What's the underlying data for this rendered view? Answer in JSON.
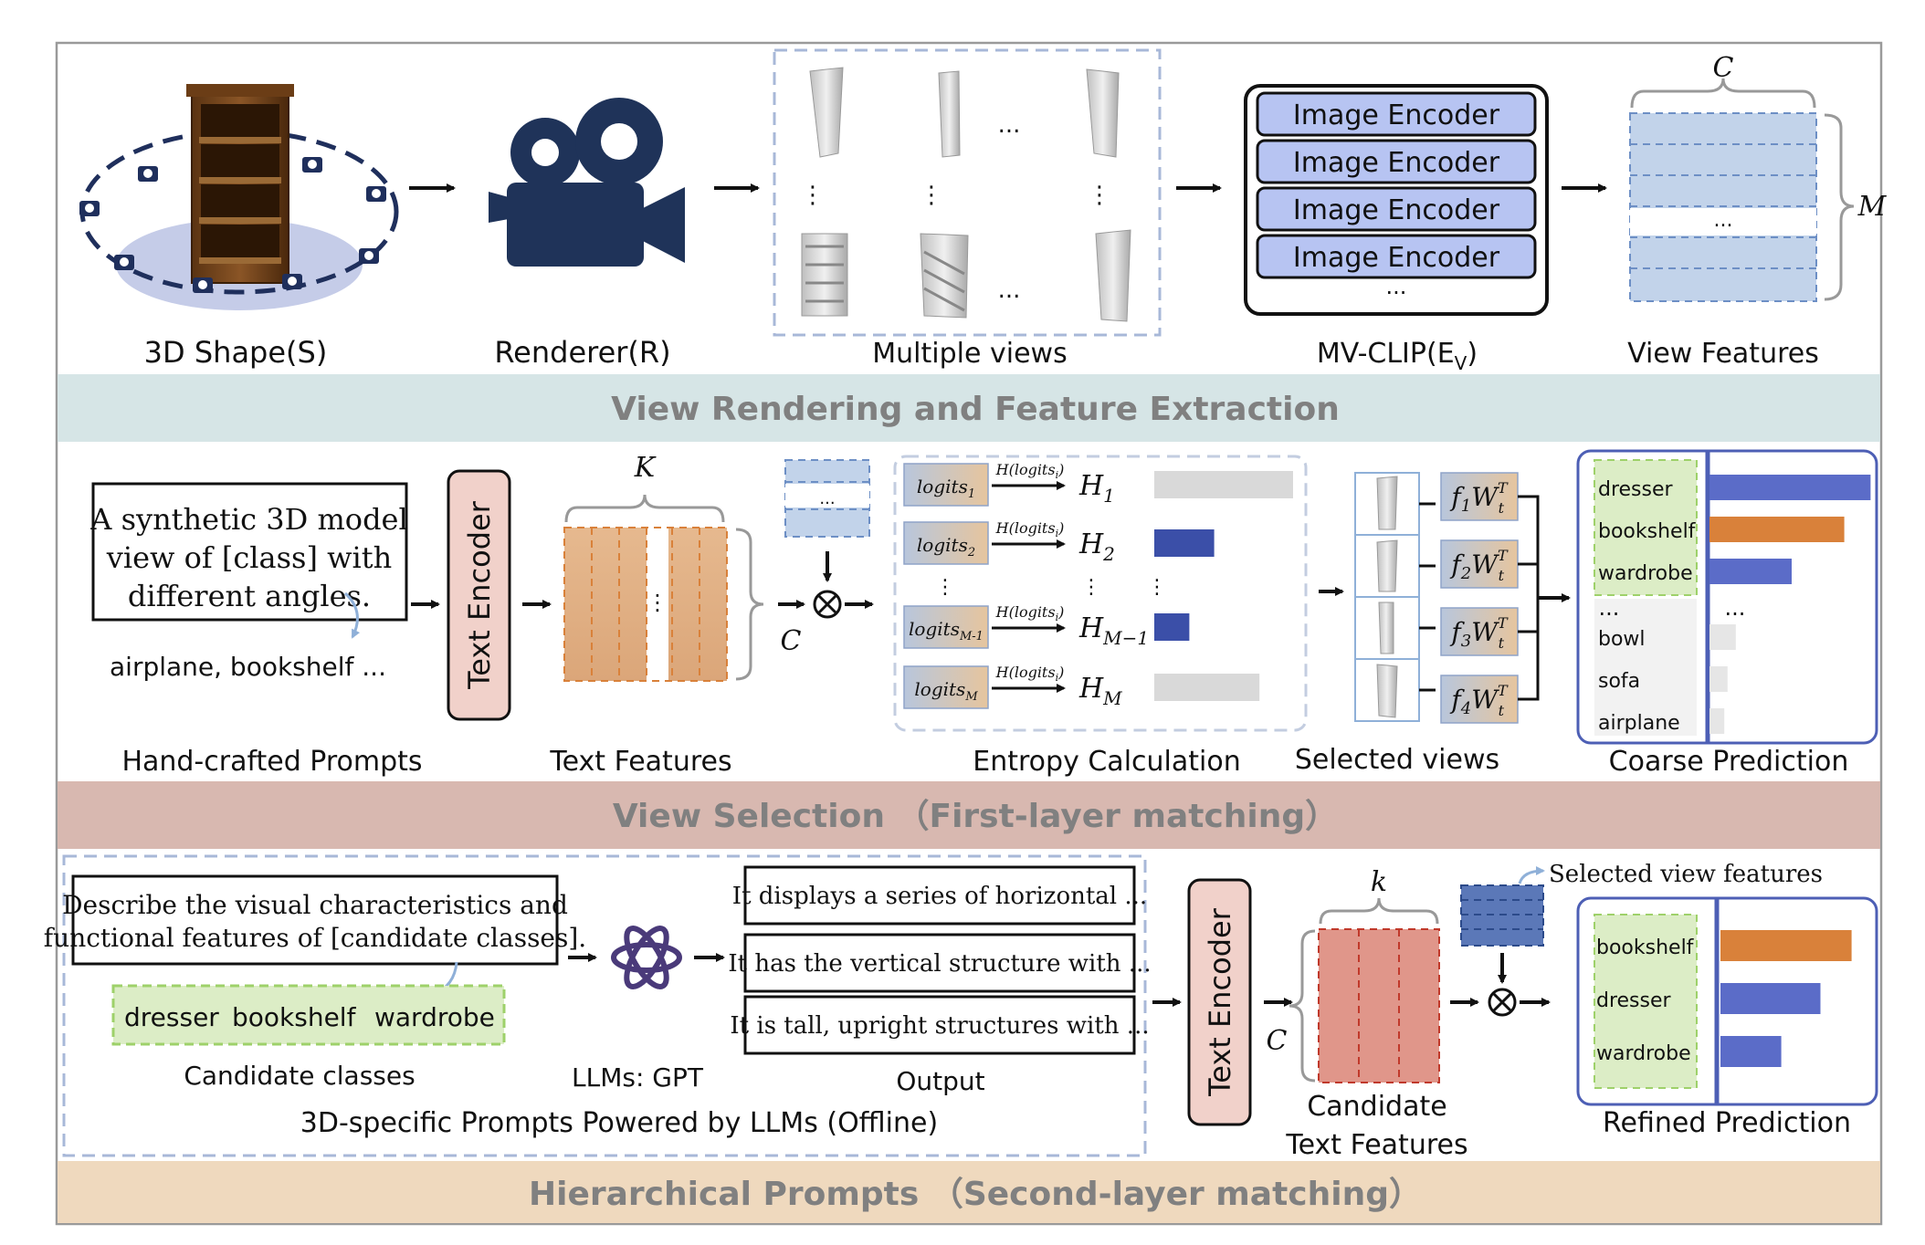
{
  "section1": {
    "band_title": "View Rendering and Feature Extraction",
    "shape_label": "3D Shape(S)",
    "renderer_label": "Renderer(R)",
    "views_label": "Multiple views",
    "views_dots": "...",
    "encoder_box_label": "MV-CLIP(E",
    "encoder_box_sub": "V",
    "encoder_box_close": ")",
    "encoders": [
      "Image Encoder",
      "Image Encoder",
      "Image Encoder",
      "Image Encoder"
    ],
    "encoders_more": "...",
    "view_features_label": "View Features",
    "view_features_dots": "...",
    "brace_c": "C",
    "brace_m": "M"
  },
  "section2": {
    "band_title": "View Selection （First-layer matching）",
    "prompt_text": [
      "A synthetic 3D model",
      "view of  [class] with",
      "different angles."
    ],
    "class_examples": "airplane, bookshelf ...",
    "prompts_label": "Hand-crafted Prompts",
    "text_encoder": "Text Encoder",
    "text_features_label": "Text Features",
    "brace_k": "K",
    "brace_c": "C",
    "stack_dots": "...",
    "logits": [
      {
        "name": "logits",
        "sub": "1",
        "h": "H",
        "hsub": "1",
        "value": 0.95
      },
      {
        "name": "logits",
        "sub": "2",
        "h": "H",
        "hsub": "2",
        "value": 0.41
      },
      {
        "name": "logits",
        "sub": "M-1",
        "h": "H",
        "hsub": "M−1",
        "value": 0.24
      },
      {
        "name": "logits",
        "sub": "M",
        "h": "H",
        "hsub": "M",
        "value": 0.72
      }
    ],
    "entropy_fn": "H(logits",
    "entropy_fn_sub": "i",
    "entropy_label": "Entropy Calculation",
    "selected_views_label": "Selected views",
    "projections": [
      "1",
      "2",
      "3",
      "4"
    ],
    "coarse_label": "Coarse Prediction",
    "coarse_top": [
      {
        "name": "dresser",
        "value": 0.98,
        "color": "#5b6cc8",
        "highlight": false
      },
      {
        "name": "bookshelf",
        "value": 0.82,
        "color": "#d9813a",
        "highlight": true
      },
      {
        "name": "wardrobe",
        "value": 0.5,
        "color": "#5b6cc8",
        "highlight": false
      }
    ],
    "coarse_rest": [
      {
        "name": "bowl",
        "value": 0.16
      },
      {
        "name": "sofa",
        "value": 0.11
      },
      {
        "name": "airplane",
        "value": 0.09
      }
    ],
    "coarse_dots": "..."
  },
  "section3": {
    "band_title": "Hierarchical Prompts （Second-layer matching）",
    "llm_prompt": [
      "Describe the visual characteristics and",
      "functional features of [candidate classes]."
    ],
    "candidates": [
      {
        "name": "dresser",
        "highlight": false
      },
      {
        "name": "bookshelf",
        "highlight": true
      },
      {
        "name": "wardrobe",
        "highlight": false
      }
    ],
    "candidates_label": "Candidate classes",
    "llm_label": "LLMs: GPT",
    "outputs": [
      "It displays a series of horizontal ...",
      "It has the vertical structure with ...",
      "It is tall, upright structures with ..."
    ],
    "output_label": "Output",
    "offline_label": "3D-specific Prompts Powered by LLMs (Offline)",
    "text_encoder": "Text Encoder",
    "brace_k": "k",
    "brace_c": "C",
    "cand_features_label": [
      "Candidate",
      "Text Features"
    ],
    "selected_view_features": "Selected view features",
    "refined_label": "Refined Prediction",
    "refined": [
      {
        "name": "bookshelf",
        "value": 0.97,
        "color": "#d9813a",
        "highlight": true
      },
      {
        "name": "dresser",
        "value": 0.74,
        "color": "#5b6cc8",
        "highlight": false
      },
      {
        "name": "wardrobe",
        "value": 0.45,
        "color": "#5b6cc8",
        "highlight": false
      }
    ]
  }
}
